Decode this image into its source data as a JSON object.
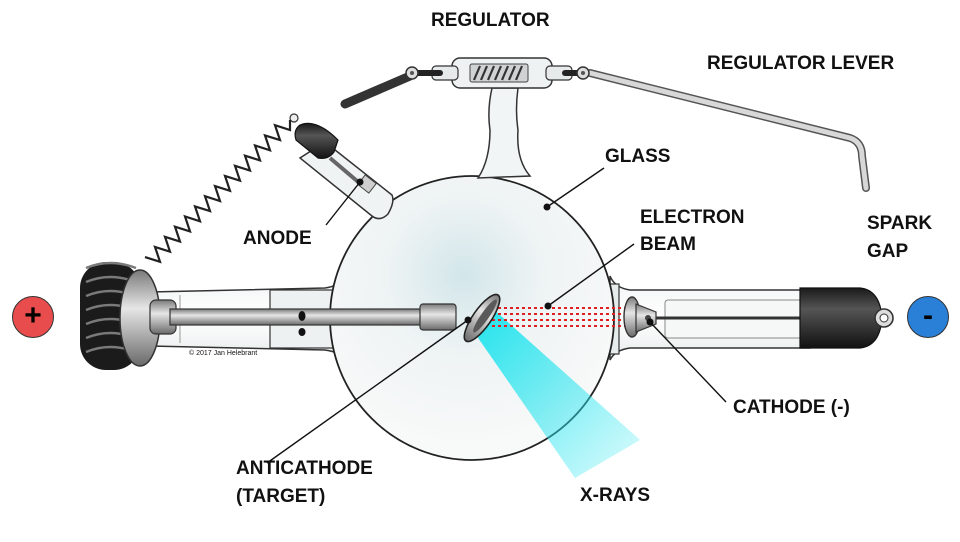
{
  "labels": {
    "regulator": "REGULATOR",
    "regulator_lever": "REGULATOR LEVER",
    "glass": "GLASS",
    "electron_beam_1": "ELECTRON",
    "electron_beam_2": "BEAM",
    "spark_gap_1": "SPARK",
    "spark_gap_2": "GAP",
    "anode": "ANODE",
    "cathode": "CATHODE (-)",
    "anticathode_1": "ANTICATHODE",
    "anticathode_2": "(TARGET)",
    "xrays": "X-RAYS"
  },
  "terminals": {
    "positive": "+",
    "negative": "-"
  },
  "copyright": "© 2017 Jan Helebrant",
  "colors": {
    "positive_terminal": "#e84c4c",
    "negative_terminal": "#2a7fd6",
    "xray_beam": "#22e4ee",
    "electron_beam": "#e02020",
    "glass_fill": "#f3f5f6"
  }
}
